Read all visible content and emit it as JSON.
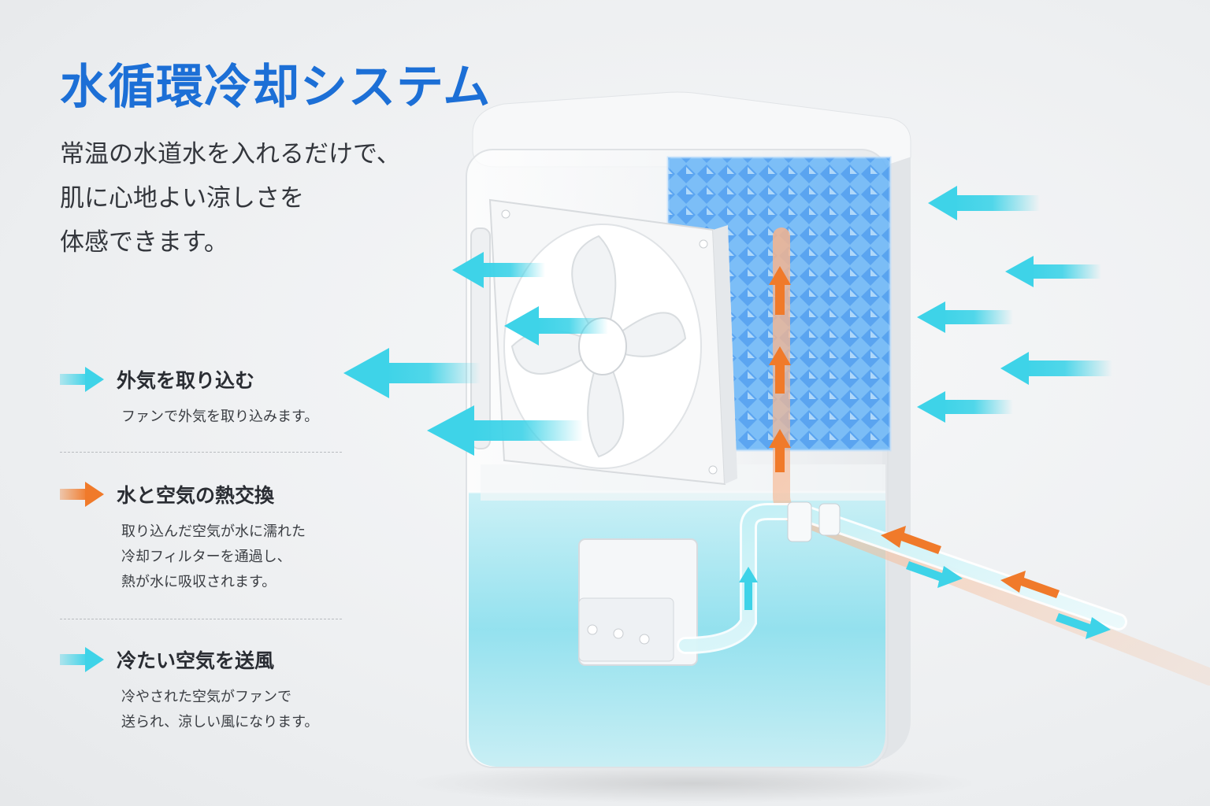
{
  "title": "水循環冷却システム",
  "lead": [
    "常温の水道水を入れるだけで、",
    "肌に心地よい涼しさを",
    "体感できます。"
  ],
  "features": [
    {
      "heading": "外気を取り込む",
      "lines": [
        "ファンで外気を取り込みます。"
      ],
      "color": "#3ed3e8"
    },
    {
      "heading": "水と空気の熱交換",
      "lines": [
        "取り込んだ空気が水に濡れた",
        "冷却フィルターを通過し、",
        "熱が水に吸収されます。"
      ],
      "color": "#f07a2a"
    },
    {
      "heading": "冷たい空気を送風",
      "lines": [
        "冷やされた空気がファンで",
        "送られ、涼しい風になります。"
      ],
      "color": "#3ed3e8"
    }
  ],
  "colors": {
    "title": "#1c6fd6",
    "cool": "#3ed3e8",
    "warm": "#f07a2a",
    "filter": "#5aa9f5",
    "water": "#7fdcec"
  },
  "icons": [
    "right-arrow-icon",
    "fan-icon",
    "cooling-filter-icon",
    "water-pipe-icon"
  ]
}
